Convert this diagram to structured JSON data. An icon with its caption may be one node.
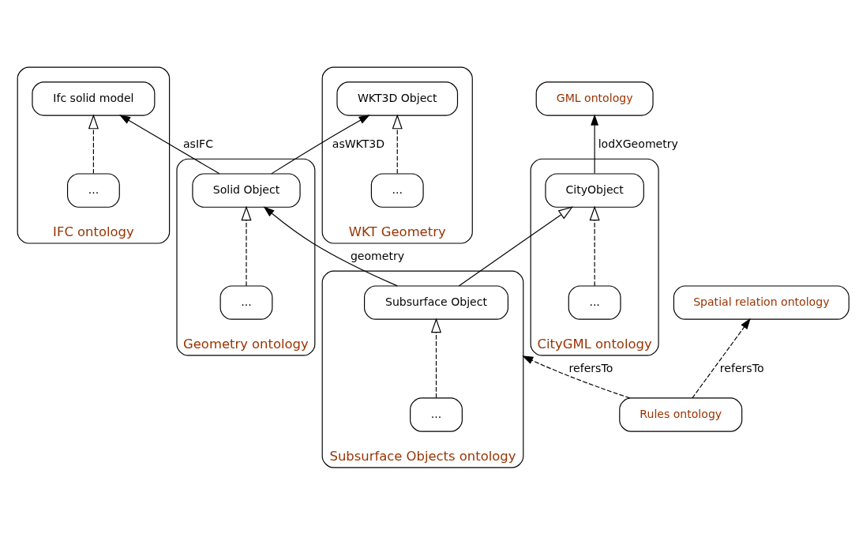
{
  "diagram": {
    "nodes": [
      {
        "text": [
          "IFC ontology"
        ]
      },
      {
        "text": [
          "Ifc solid model"
        ],
        "in": 0
      },
      {
        "text": [
          "..."
        ],
        "in": 0
      },
      {
        "text": [
          "CityGML ontology"
        ]
      },
      {
        "text": [
          "CityObject"
        ],
        "in": 3
      },
      {
        "text": [
          "..."
        ],
        "in": 3
      },
      {
        "text": [
          "GML ontology"
        ]
      },
      {
        "text": [
          "Spatial relation ontology"
        ]
      },
      {
        "text": [
          "Subsurface Objects ontology"
        ]
      },
      {
        "text": [
          "Subsurface Object"
        ],
        "in": 8
      },
      {
        "text": [
          "..."
        ],
        "in": 8
      },
      {
        "text": [
          "Geometry ontology"
        ]
      },
      {
        "text": [
          "Solid Object"
        ],
        "in": 11
      },
      {
        "text": [
          "..."
        ],
        "in": 11
      },
      {
        "text": [
          "WKT Geometry"
        ]
      },
      {
        "text": [
          "WKT3D Object"
        ],
        "in": 14
      },
      {
        "text": [
          "..."
        ],
        "in": 14
      },
      {
        "text": [
          "Rules ontology"
        ]
      }
    ],
    "edges": [
      {
        "from": 2,
        "to": 1,
        "arrow": "to",
        "style": "dashed"
      },
      {
        "from": 12,
        "to": 1,
        "arrow": "to",
        "label": "asIFC"
      },
      {
        "from": 4,
        "to": 6,
        "arrow": "to",
        "label": "lodXGeometry"
      },
      {
        "from": 5,
        "to": 4,
        "arrow": "to",
        "style": "dashed"
      },
      {
        "from": 9,
        "to": 4,
        "arrow": "to"
      },
      {
        "from": 10,
        "to": 9,
        "arrow": "to",
        "style": "dashed"
      },
      {
        "from": 9,
        "to": 12,
        "arrow": "to",
        "label": "geometry"
      },
      {
        "from": 13,
        "to": 12,
        "arrow": "to",
        "style": "dashed"
      },
      {
        "from": 12,
        "to": 15,
        "arrow": "to",
        "label": "asWKT3D"
      },
      {
        "from": 16,
        "to": 15,
        "arrow": "to",
        "style": "dashed"
      },
      {
        "from": 17,
        "to": 8,
        "arrow": "to",
        "style": "dashed",
        "label": "refersTo"
      },
      {
        "from": 17,
        "to": 7,
        "arrow": "to",
        "style": "dashed",
        "label": "refersTo"
      }
    ]
  }
}
